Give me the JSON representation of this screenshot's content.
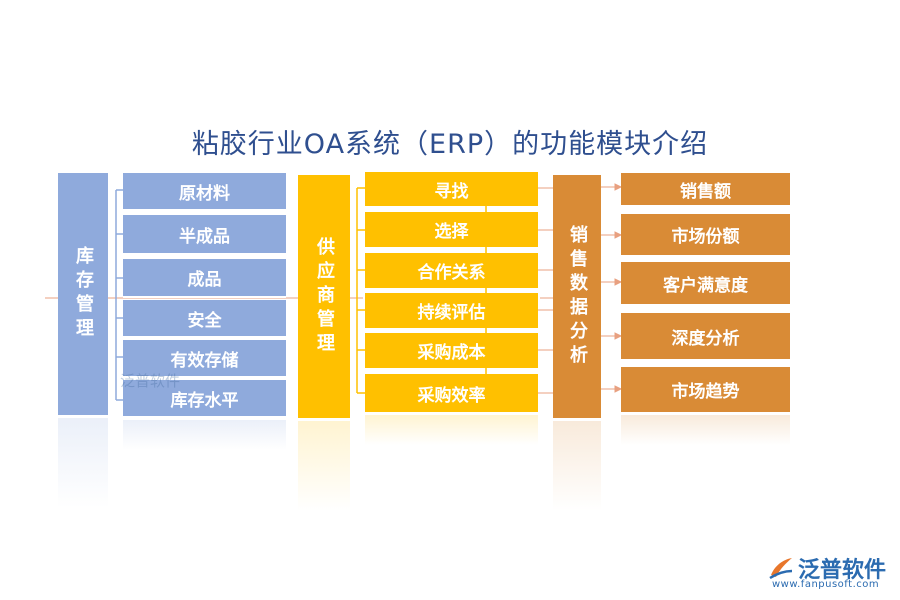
{
  "title": "粘胶行业OA系统（ERP）的功能模块介绍",
  "inventory": {
    "label": "库存管理",
    "items": [
      "原材料",
      "半成品",
      "成品",
      "安全",
      "有效存储",
      "库存水平"
    ]
  },
  "supplier": {
    "label": "供应商管理",
    "items": [
      "寻找",
      "选择",
      "合作关系",
      "持续评估",
      "采购成本",
      "采购效率"
    ]
  },
  "sales": {
    "label": "销售数据分析",
    "items": [
      "销售额",
      "市场份额",
      "客户满意度",
      "深度分析",
      "市场趋势"
    ]
  },
  "watermark": "泛普软件",
  "logo": {
    "text": "泛普软件",
    "url": "www.fanpusoft.com"
  },
  "colors": {
    "blue": "#8faadc",
    "yellow": "#ffc000",
    "orange": "#d98b36",
    "title": "#2f4f8f"
  }
}
